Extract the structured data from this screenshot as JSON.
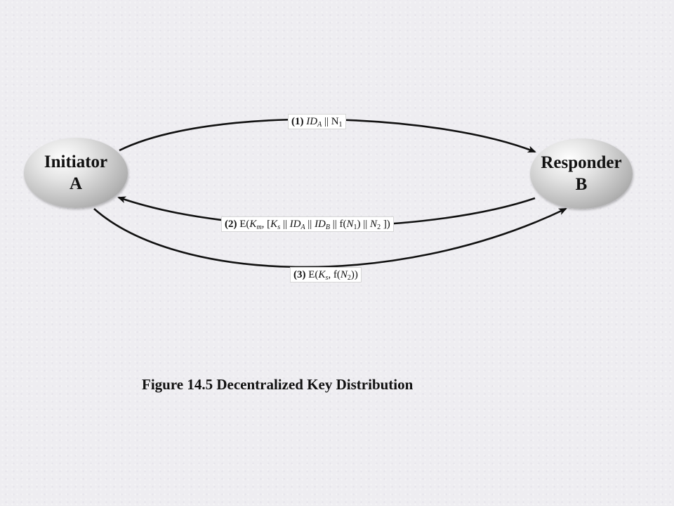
{
  "nodes": {
    "initiator": {
      "name": "Initiator",
      "id": "A"
    },
    "responder": {
      "name": "Responder",
      "id": "B"
    }
  },
  "messages": [
    {
      "step": "(1)",
      "parts": {
        "id_a": "ID",
        "id_a_sub": "A",
        "concat": "||",
        "n": "N",
        "n_sub": "1"
      }
    },
    {
      "step": "(2)",
      "parts": {
        "e_open": "E(",
        "km": "K",
        "km_sub": "m",
        "comma_bracket": ", [",
        "ks": "K",
        "ks_sub": "s",
        "concat1": "||",
        "id_a": "ID",
        "id_a_sub": "A",
        "concat2": "||",
        "id_b": "ID",
        "id_b_sub": "B",
        "concat3": "||",
        "f_open": "f(",
        "n1": "N",
        "n1_sub": "1",
        "f_close": ")",
        "concat4": "||",
        "n2": "N",
        "n2_sub": "2",
        "close": "])"
      }
    },
    {
      "step": "(3)",
      "parts": {
        "e_open": "E(",
        "ks": "K",
        "ks_sub": "s",
        "comma_f": ", f(",
        "n2": "N",
        "n2_sub": "2",
        "close": "))"
      }
    }
  ],
  "caption": "Figure 14.5 Decentralized Key Distribution",
  "colors": {
    "arrow": "#111111",
    "node_fill_light": "#ffffff",
    "node_fill_dark": "#8c8c8c",
    "background": "#eeedf1"
  }
}
